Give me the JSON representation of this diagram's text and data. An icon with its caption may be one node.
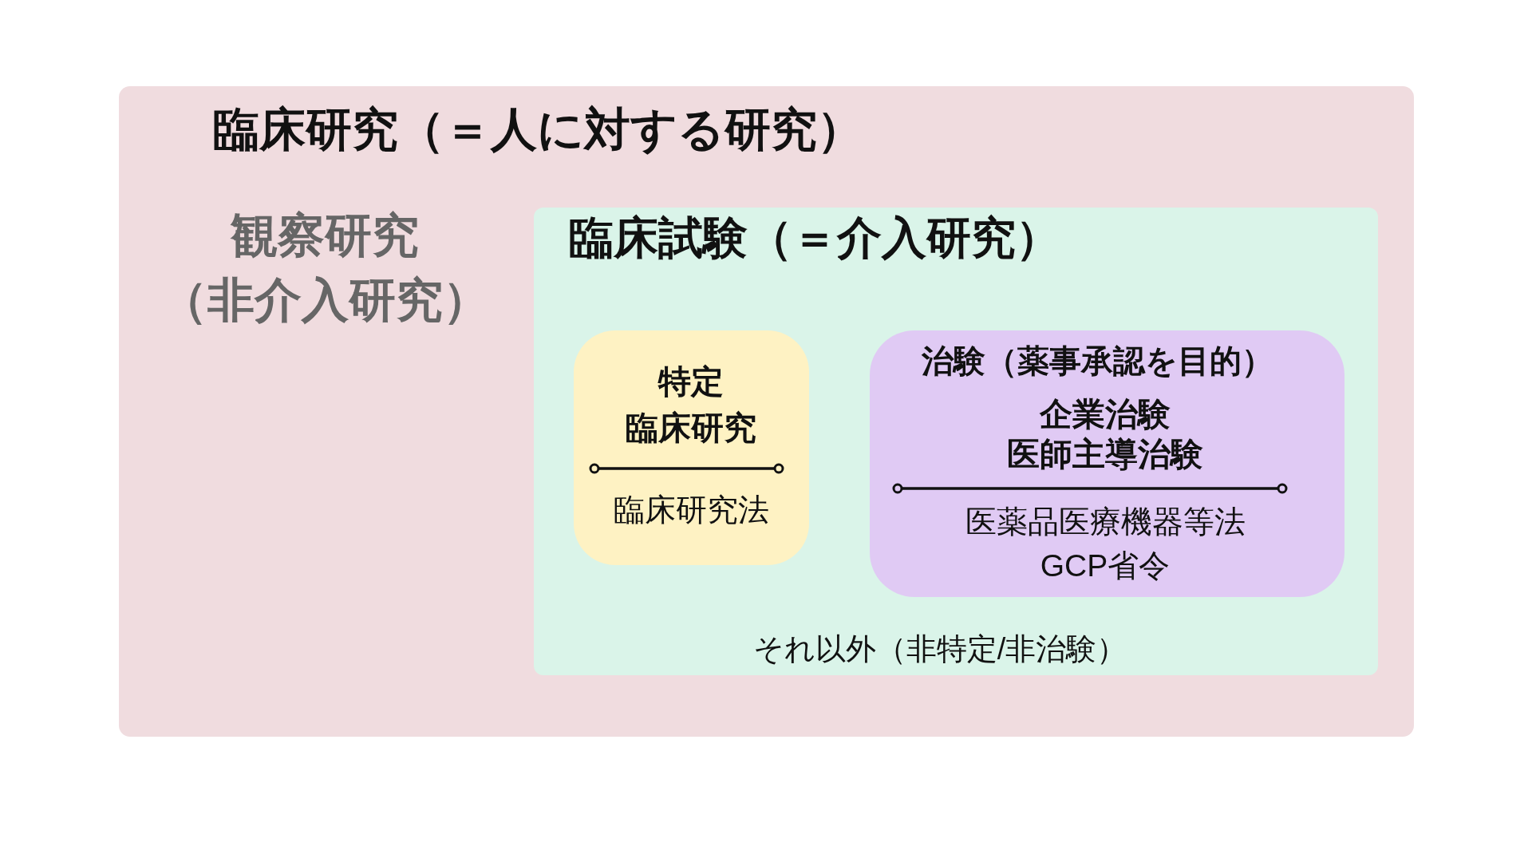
{
  "diagram": {
    "nodes": [
      {
        "text": [
          "臨床研究（＝人に対する研究）",
          "観察研究（非介入研究）"
        ]
      },
      {
        "text": [
          "臨床試験（＝介入研究）",
          "それ以外（非特定/非治験）"
        ],
        "in": 0
      },
      {
        "text": [
          "特定臨床研究",
          "臨床研究法"
        ],
        "in": 1
      },
      {
        "text": [
          "治験（薬事承認を目的）",
          "企業治験",
          "医師主導治験",
          "医薬品医療機器等法",
          "GCP省令"
        ],
        "in": 1
      }
    ],
    "edges": []
  }
}
